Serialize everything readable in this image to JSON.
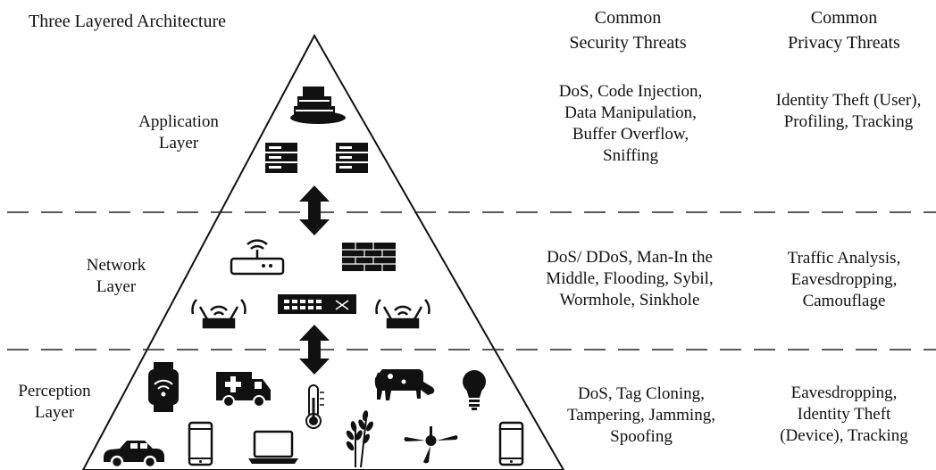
{
  "title": "Three Layered Architecture",
  "headers": {
    "security": [
      "Common",
      "Security Threats"
    ],
    "privacy": [
      "Common",
      "Privacy Threats"
    ]
  },
  "layers": [
    {
      "name": [
        "Application",
        "Layer"
      ],
      "security": [
        "DoS, Code Injection,",
        "Data Manipulation,",
        "Buffer Overflow,",
        "Sniffing"
      ],
      "privacy": [
        "Identity Theft (User),",
        "Profiling, Tracking"
      ],
      "icons": [
        "cloud-datacenter-icon",
        "server-rack-icon",
        "server-rack-icon"
      ]
    },
    {
      "name": [
        "Network",
        "Layer"
      ],
      "security": [
        "DoS/ DDoS, Man-In the",
        "Middle, Flooding, Sybil,",
        "Wormhole, Sinkhole"
      ],
      "privacy": [
        "Traffic Analysis,",
        "Eavesdropping,",
        "Camouflage"
      ],
      "icons": [
        "wifi-router-icon",
        "firewall-icon",
        "access-point-icon",
        "network-switch-icon",
        "access-point-icon"
      ]
    },
    {
      "name": [
        "Perception",
        "Layer"
      ],
      "security": [
        "DoS, Tag Cloning,",
        "Tampering, Jamming,",
        "Spoofing"
      ],
      "privacy": [
        "Eavesdropping,",
        "Identity Theft",
        "(Device), Tracking"
      ],
      "icons": [
        "smartwatch-icon",
        "ambulance-icon",
        "thermometer-icon",
        "cow-icon",
        "lightbulb-icon",
        "car-icon",
        "smartphone-icon",
        "laptop-icon",
        "wheat-icon",
        "ceiling-fan-icon",
        "smartphone-icon"
      ]
    }
  ]
}
